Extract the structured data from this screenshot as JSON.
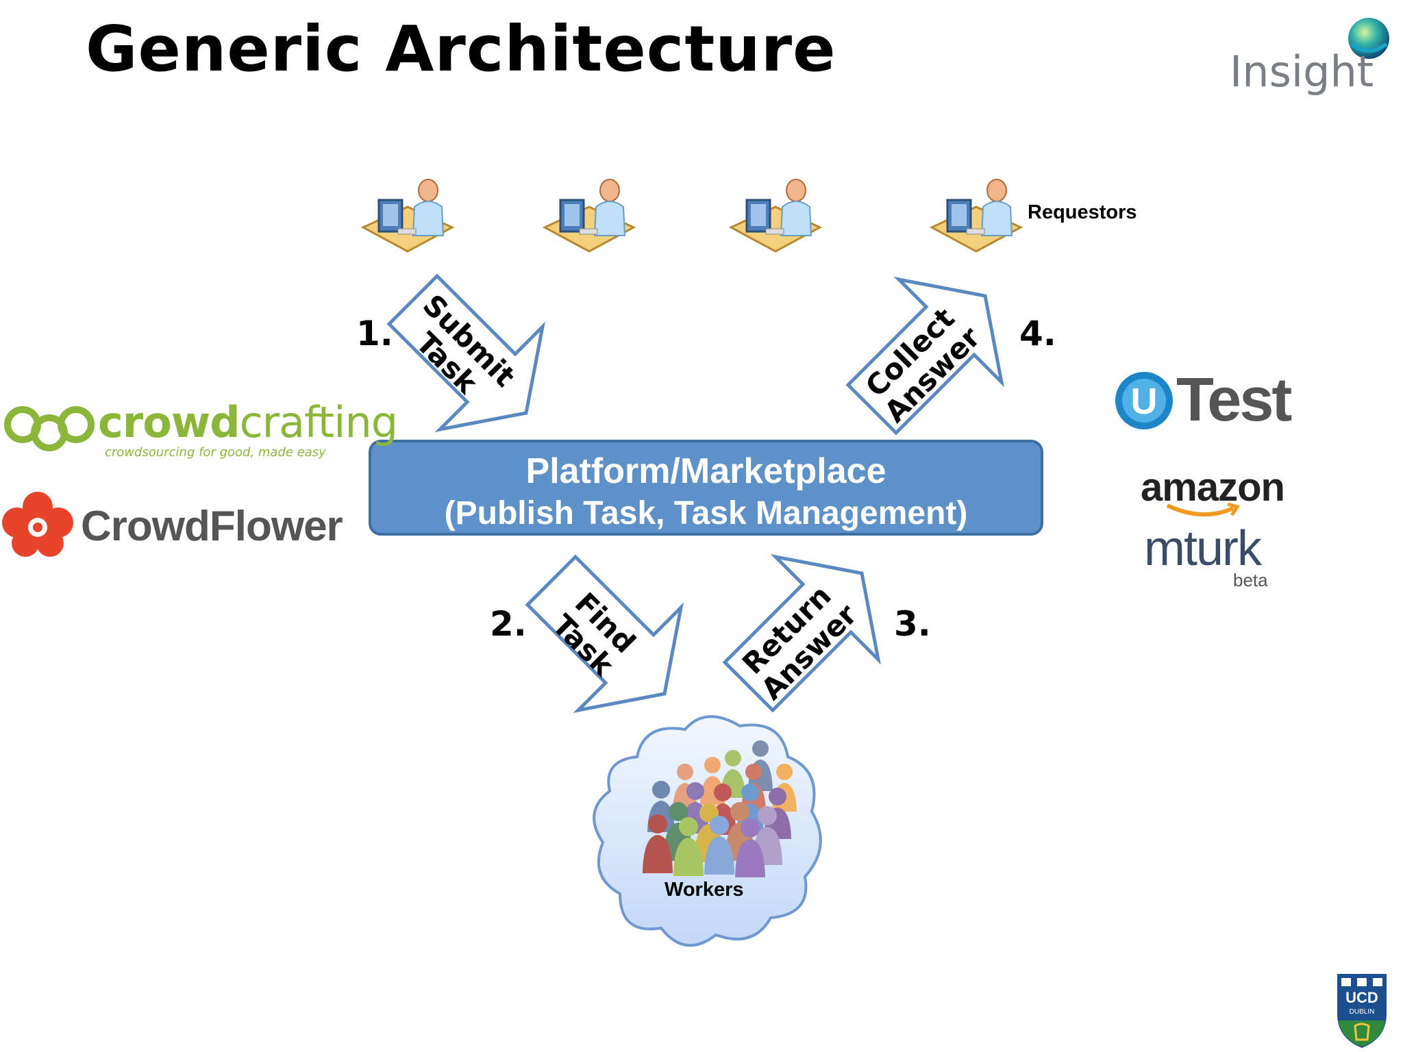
{
  "slide": {
    "title": "Generic Architecture",
    "insight_logo": {
      "text": "Insight"
    },
    "requestors_label": "Requestors",
    "workers_label": "Workers",
    "platform": {
      "line1": "Platform/Marketplace",
      "line2": "(Publish Task, Task Management)"
    },
    "steps": [
      {
        "number": "1.",
        "label_line1": "Submit",
        "label_line2": "Task"
      },
      {
        "number": "2.",
        "label_line1": "Find",
        "label_line2": "Task"
      },
      {
        "number": "3.",
        "label_line1": "Return",
        "label_line2": "Answer"
      },
      {
        "number": "4.",
        "label_line1": "Collect",
        "label_line2": "Answer"
      }
    ],
    "left_logos": {
      "crowdcrafting_bold": "crowd",
      "crowdcrafting_light": "crafting",
      "crowdcrafting_tagline": "crowdsourcing for good, made easy",
      "crowdflower": "CrowdFlower"
    },
    "right_logos": {
      "utest_u": "U",
      "utest": "Test",
      "amazon": "amazon",
      "mturk": "mturk",
      "beta": "beta"
    },
    "ucd_logo": {
      "line1": "UCD",
      "line2": "DUBLIN"
    },
    "colors": {
      "platform_fill": "#5e91c8",
      "arrow_stroke": "#5b88bf",
      "cloud_fill": "#d4e4fa",
      "crowdcrafting_green": "#8bb63a",
      "crowdflower_red": "#e8442b",
      "utest_blue": "#1d86c9"
    }
  }
}
